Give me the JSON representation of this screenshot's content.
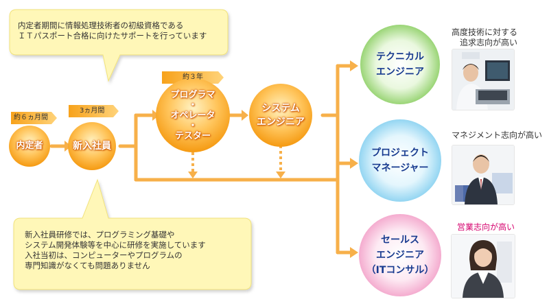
{
  "bubbles": {
    "top": "内定者期間に情報処理技術者の初級資格である\nＩＴパスポート合格に向けたサポートを行っています",
    "bottom": "新入社員研修では、プログラミング基礎や\nシステム開発体験等を中心に研修を実施しています\n入社当初は、コンピューターやプログラムの\n専門知識がなくても問題ありません"
  },
  "tags": {
    "naitei": "約６ヵ月間",
    "shinnyu": "3ヵ月間",
    "programmer": "約３年"
  },
  "stages": {
    "naitei": "内定者",
    "shinnyu": "新入社員",
    "programmer": "プログラマ\n・\nオペレータ\n・\nテスター",
    "system": "システム\nエンジニア"
  },
  "careers": [
    {
      "label": "テクニカル\nエンジニア",
      "note": "高度技術に対する\n追求志向が高い"
    },
    {
      "label": "プロジェクト\nマネージャー",
      "note": "マネジメント志向が高い"
    },
    {
      "label": "セールス\nエンジニア\n（ITコンサル）",
      "note": "営業志向が高い"
    }
  ],
  "colors": {
    "orange": "#f5a623",
    "bubble": "#fff7b8",
    "career_green": "#8fd16a",
    "career_blue": "#8ad3f2",
    "career_pink": "#f7a9cf",
    "label_blue": "#173a8f",
    "note_pink": "#d5006d"
  }
}
